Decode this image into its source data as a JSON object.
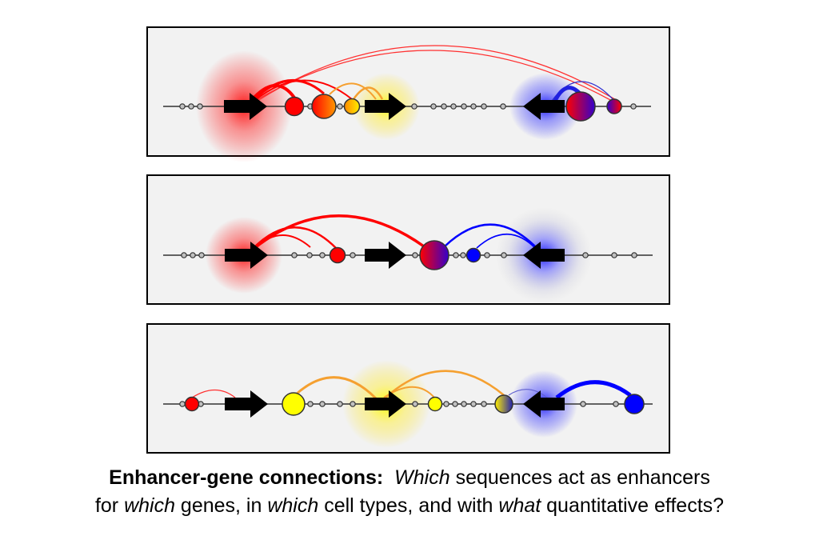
{
  "caption": {
    "line1_bold": "Enhancer-gene connections:",
    "line1_sep": "  ",
    "line1_word1": "Which",
    "line1_rest": " sequences act as enhancers",
    "line2_a": "for ",
    "line2_word1": "which",
    "line2_b": " genes, in ",
    "line2_word2": "which",
    "line2_c": " cell types, and with ",
    "line2_word3": "what",
    "line2_d": " quantitative effects?"
  },
  "colors": {
    "panel_bg": "#f2f2f2",
    "red": "#ff0000",
    "orange": "#f5a030",
    "yellow": "#ffff00",
    "blue": "#0000ff",
    "purple": "#8a1a6a",
    "genome_line": "#333333",
    "gene_arrow": "#000000"
  },
  "panels": [
    {
      "id": "panel-1",
      "glows": [
        "red",
        "yellow",
        "blue"
      ]
    },
    {
      "id": "panel-2",
      "glows": [
        "red",
        "blue"
      ]
    },
    {
      "id": "panel-3",
      "glows": [
        "yellow",
        "blue"
      ]
    }
  ]
}
